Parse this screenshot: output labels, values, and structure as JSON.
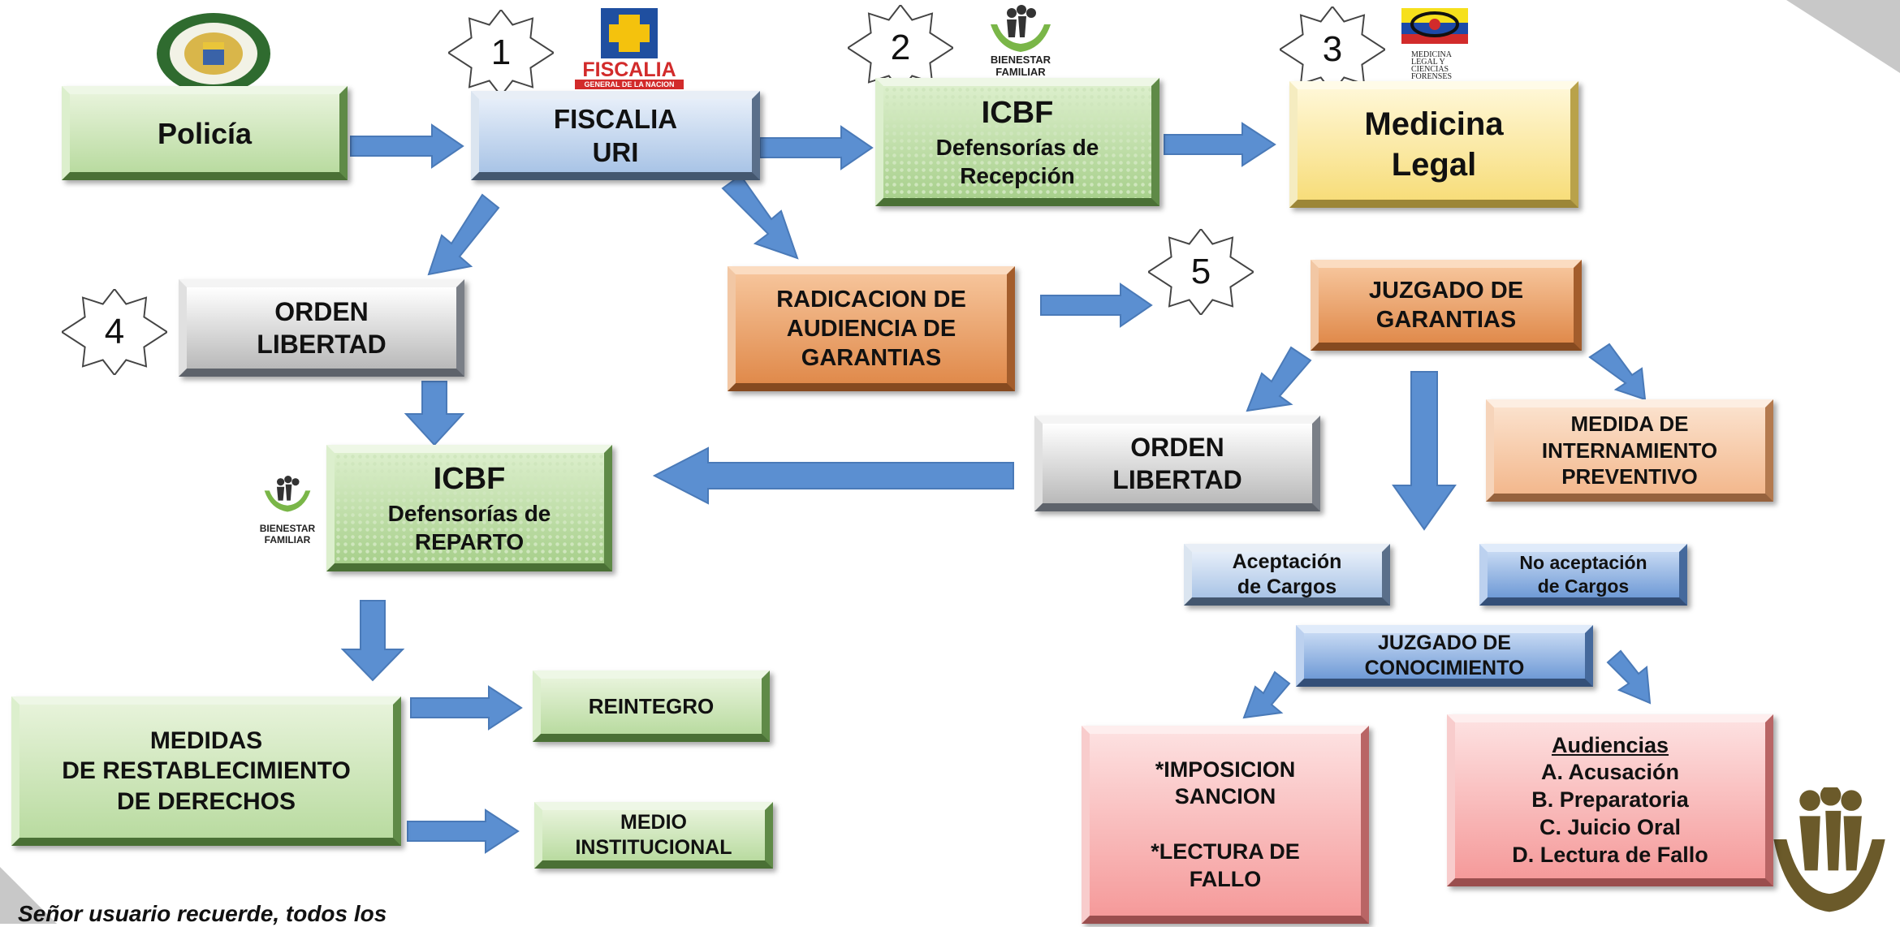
{
  "boxes": {
    "policia": "Policía",
    "fiscalia_1": "FISCALIA",
    "fiscalia_2": "URI",
    "icbf_recepcion_title": "ICBF",
    "icbf_recepcion_1": "Defensorías de",
    "icbf_recepcion_2": "Recepción",
    "medicina_1": "Medicina",
    "medicina_2": "Legal",
    "orden_libertad_a_1": "ORDEN",
    "orden_libertad_a_2": "LIBERTAD",
    "radicacion_1": "RADICACION DE",
    "radicacion_2": "AUDIENCIA DE",
    "radicacion_3": "GARANTIAS",
    "juzgado_garantias_1": "JUZGADO DE",
    "juzgado_garantias_2": "GARANTIAS",
    "icbf_reparto_title": "ICBF",
    "icbf_reparto_1": "Defensorías de",
    "icbf_reparto_2": "REPARTO",
    "orden_libertad_b_1": "ORDEN",
    "orden_libertad_b_2": "LIBERTAD",
    "medida_1": "MEDIDA DE",
    "medida_2": "INTERNAMIENTO",
    "medida_3": "PREVENTIVO",
    "aceptacion_1": "Aceptación",
    "aceptacion_2": "de Cargos",
    "no_aceptacion_1": "No aceptación",
    "no_aceptacion_2": "de Cargos",
    "juzgado_conocimiento_1": "JUZGADO DE",
    "juzgado_conocimiento_2": "CONOCIMIENTO",
    "medidas_1": "MEDIDAS",
    "medidas_2": "DE RESTABLECIMIENTO",
    "medidas_3": "DE DERECHOS",
    "reintegro": "REINTEGRO",
    "medio_1": "MEDIO",
    "medio_2": "INSTITUCIONAL",
    "imposicion_1": "*IMPOSICION",
    "imposicion_2": "SANCION",
    "imposicion_3": "*LECTURA DE",
    "imposicion_4": "FALLO",
    "audiencias_title": "Audiencias",
    "audiencias_a": "A. Acusación",
    "audiencias_b": "B. Preparatoria",
    "audiencias_c": "C. Juicio Oral",
    "audiencias_d": "D. Lectura de Fallo"
  },
  "steps": {
    "s1": "1",
    "s2": "2",
    "s3": "3",
    "s4": "4",
    "s5": "5"
  },
  "logos": {
    "fiscalia_text": "FISCALIA",
    "fiscalia_sub": "GENERAL DE LA NACION",
    "bienestar_1": "BIENESTAR",
    "bienestar_2": "FAMILIAR",
    "medicina_logo_1": "MEDICINA",
    "medicina_logo_2": "LEGAL Y",
    "medicina_logo_3": "CIENCIAS",
    "medicina_logo_4": "FORENSES"
  },
  "footer": "Señor usuario recuerde, todos los",
  "colors": {
    "arrow": "#5b8fd1",
    "green": "#b9dba0",
    "blue": "#a9c4e6",
    "orange": "#e08a4b",
    "pink": "#f59a9a"
  }
}
